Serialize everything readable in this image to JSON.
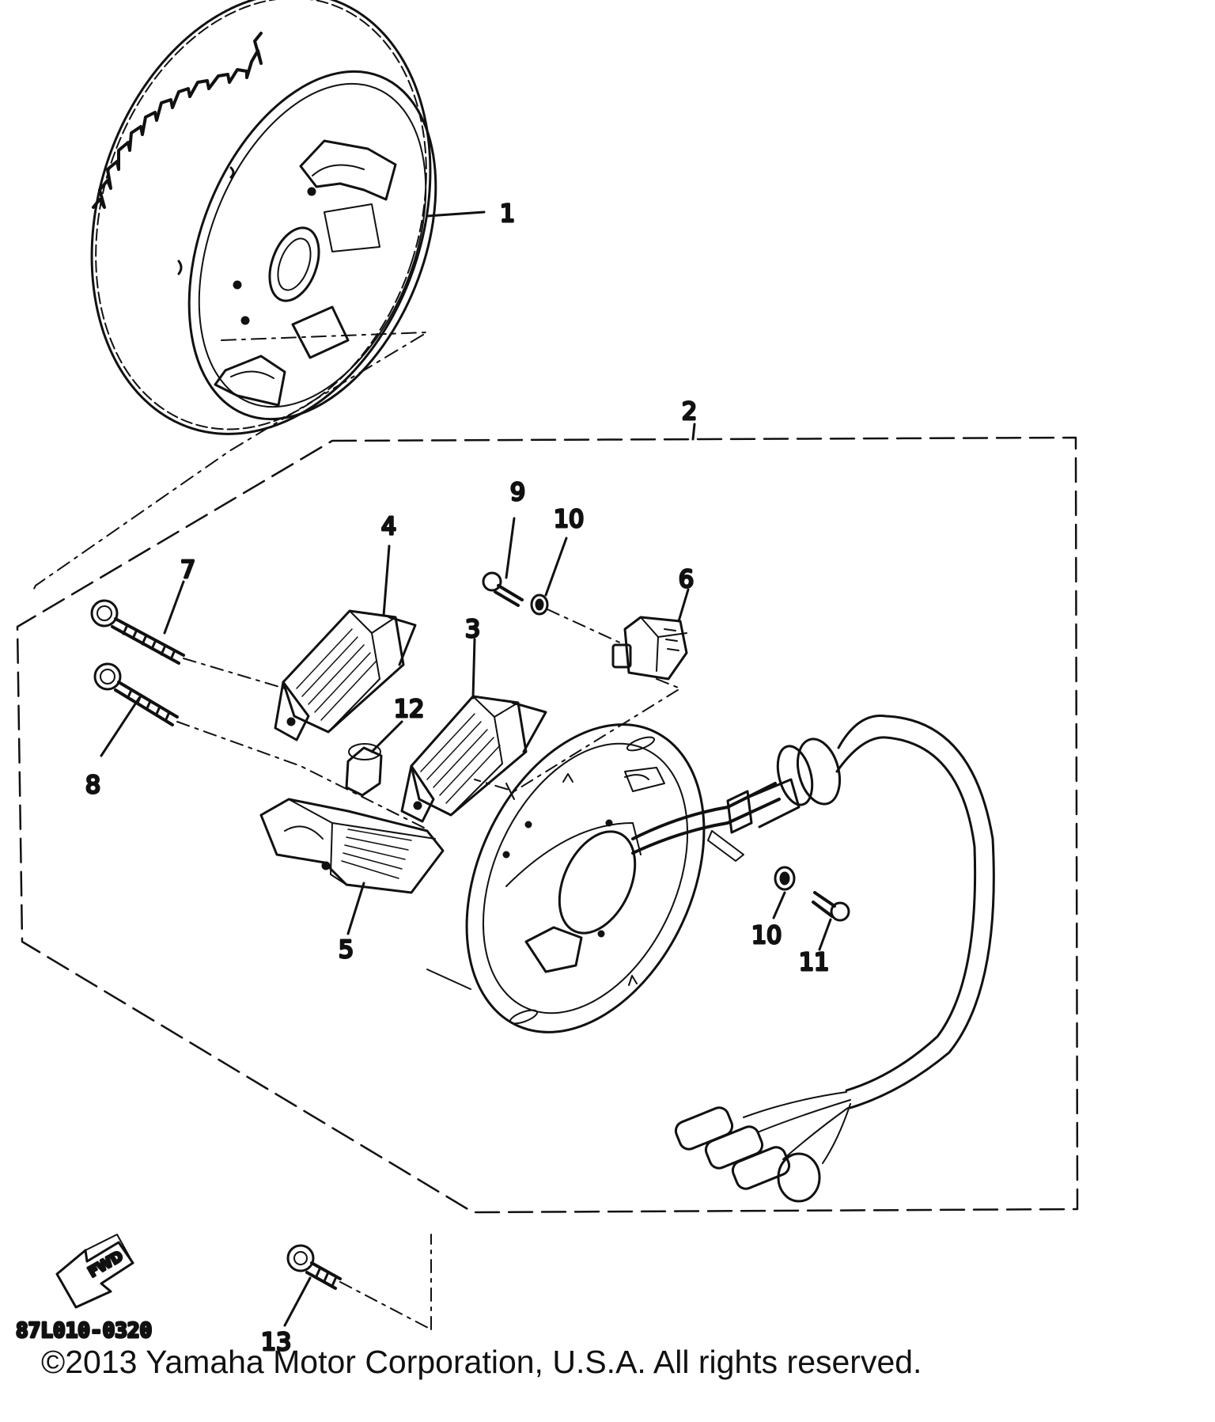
{
  "diagram": {
    "part_labels": [
      {
        "id": "p1",
        "label": "1"
      },
      {
        "id": "p2",
        "label": "2"
      },
      {
        "id": "p3",
        "label": "3"
      },
      {
        "id": "p4",
        "label": "4"
      },
      {
        "id": "p5",
        "label": "5"
      },
      {
        "id": "p6",
        "label": "6"
      },
      {
        "id": "p7",
        "label": "7"
      },
      {
        "id": "p8",
        "label": "8"
      },
      {
        "id": "p9",
        "label": "9"
      },
      {
        "id": "p10a",
        "label": "10"
      },
      {
        "id": "p10b",
        "label": "10"
      },
      {
        "id": "p11",
        "label": "11"
      },
      {
        "id": "p12",
        "label": "12"
      },
      {
        "id": "p13",
        "label": "13"
      }
    ],
    "fwd_label": "FWD",
    "diagram_code": "87L010-0320",
    "copyright": "©2013 Yamaha Motor Corporation, U.S.A. All rights reserved."
  }
}
